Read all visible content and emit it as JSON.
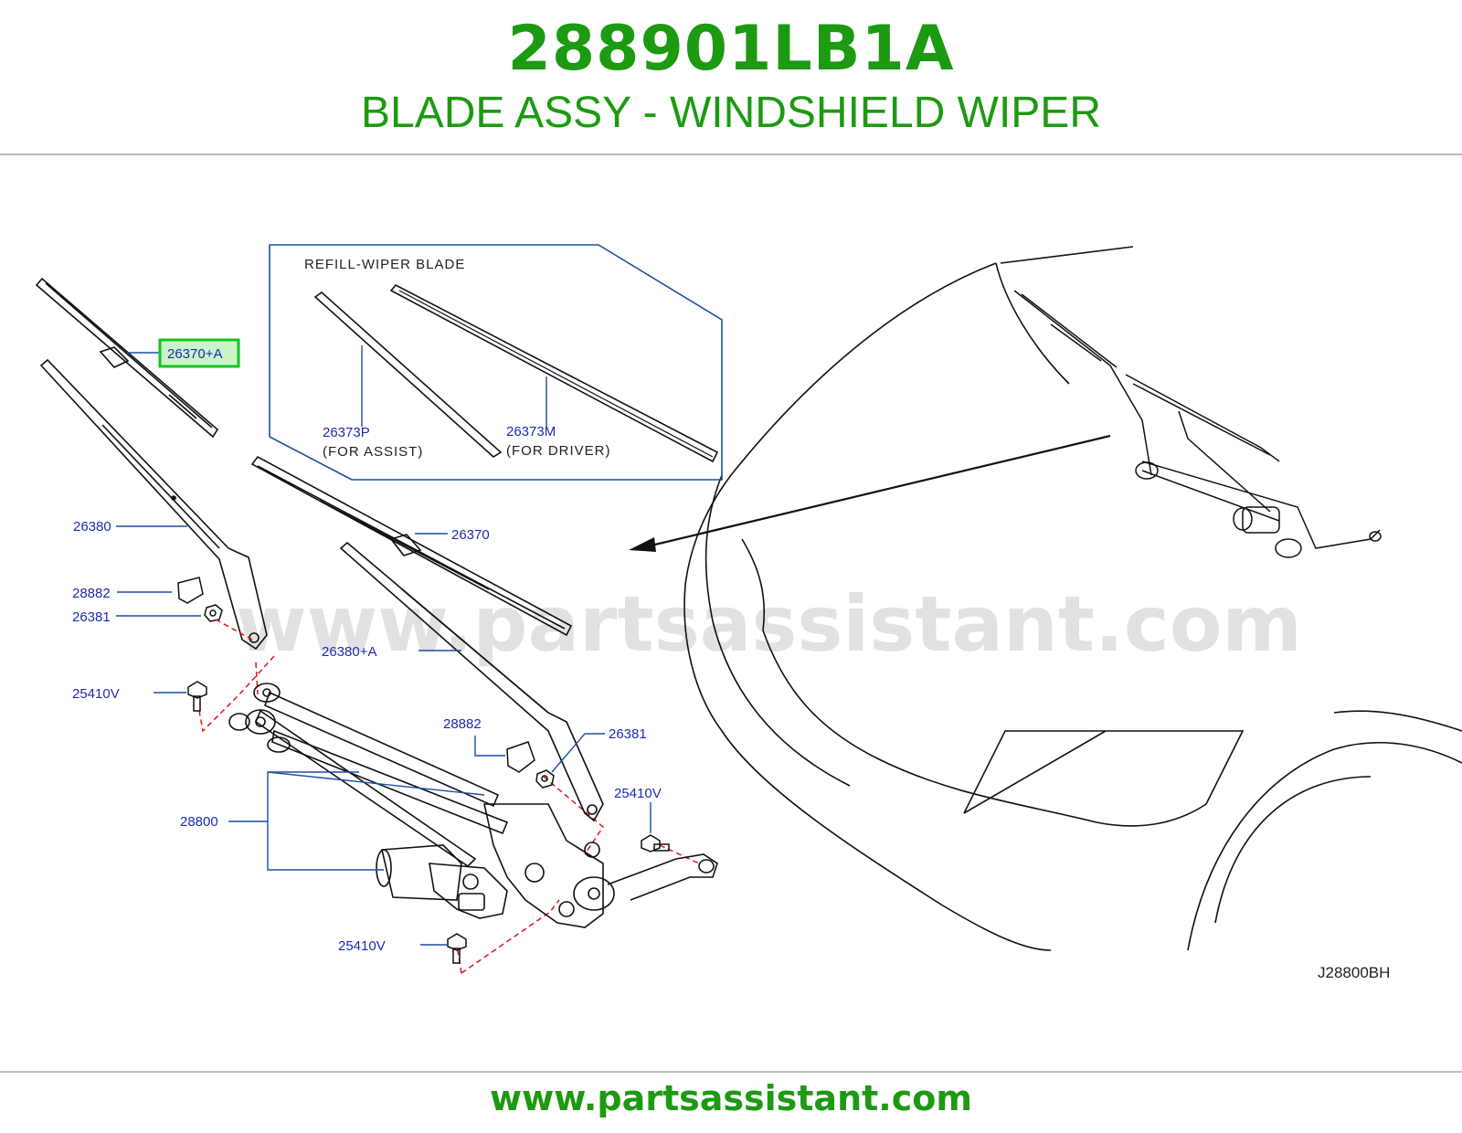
{
  "header": {
    "part_number": "288901LB1A",
    "part_name": "BLADE ASSY - WINDSHIELD WIPER"
  },
  "diagram": {
    "inset_title": "REFILL-WIPER   BLADE",
    "watermark": "www.partsassistant.com",
    "diagram_code": "J28800BH",
    "callouts": {
      "c26370a": "26370+A",
      "c26380": "26380",
      "c28882a": "28882",
      "c26381a": "26381",
      "c25410va": "25410V",
      "c26370": "26370",
      "c26380a": "26380+A",
      "c28882b": "28882",
      "c26381b": "26381",
      "c25410vb": "25410V",
      "c28800": "28800",
      "c25410vc": "25410V",
      "c26373p": "26373P",
      "c26373p_note": "(FOR   ASSIST)",
      "c26373m": "26373M",
      "c26373m_note": "(FOR   DRIVER)"
    },
    "highlight_color": "#18c21e"
  },
  "footer": {
    "url": "www.partsassistant.com"
  },
  "colors": {
    "brand_green": "#1c9a12",
    "callout_blue": "#1d2bb0",
    "leader_red": "#e0161b",
    "inset_border": "#1d4fa0"
  }
}
